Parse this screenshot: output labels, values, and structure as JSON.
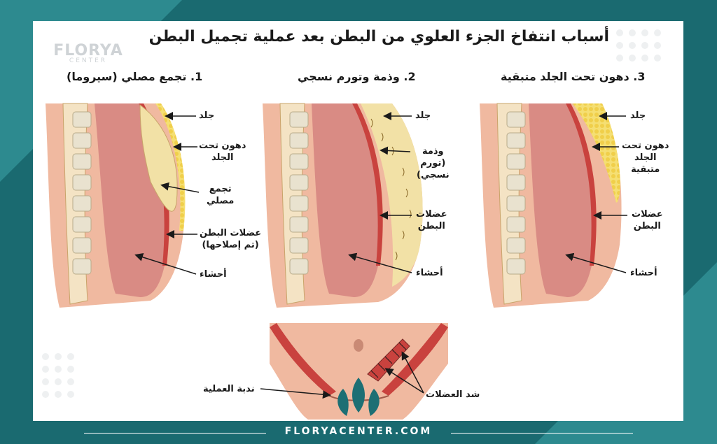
{
  "title": "أسباب انتفاخ الجزء العلوي من البطن بعد عملية تجميل البطن",
  "brand": {
    "name": "FLORYA",
    "sub": "CENTER"
  },
  "sections": [
    {
      "title": "1. تجمع مصلي (سيروما)",
      "labels": {
        "skin": "جلد",
        "fat": "دهون تحت\nالجلد",
        "seroma": "تجمع\nمصلي",
        "muscle": "عضلات البطن\n(تم إصلاحها)",
        "viscera": "أحشاء"
      }
    },
    {
      "title": "2. وذمة وتورم نسجي",
      "labels": {
        "skin": "جلد",
        "edema": "وذمة\n(تورم\nنسجي)",
        "muscle": "عضلات\nالبطن",
        "viscera": "أحشاء"
      }
    },
    {
      "title": "3. دهون تحت الجلد متبقية",
      "labels": {
        "skin": "جلد",
        "fat": "دهون تحت\nالجلد\nمتبقية",
        "muscle": "عضلات\nالبطن",
        "viscera": "أحشاء"
      }
    }
  ],
  "bottom": {
    "scar": "ندبة العملية",
    "plication": "شد العضلات"
  },
  "footer": {
    "url": "FLORYACENTER.COM"
  },
  "colors": {
    "frame": "#1a6a70",
    "accent": "#2d8a8f",
    "fat": "#f2d86a",
    "muscle": "#d9534f",
    "viscera": "#d98b84",
    "skin": "#f0b9a0"
  }
}
